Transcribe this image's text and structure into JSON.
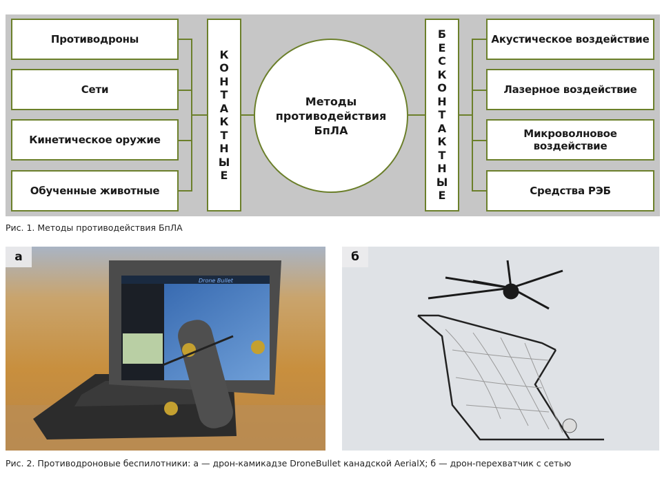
{
  "figure1": {
    "center": [
      "Методы",
      "противодействия",
      "БпЛА"
    ],
    "contact": {
      "label_letters": [
        "К",
        "О",
        "Н",
        "Т",
        "А",
        "К",
        "Т",
        "Н",
        "Ы",
        "Е"
      ],
      "items": [
        "Противодроны",
        "Сети",
        "Кинетическое оружие",
        "Обученные животные"
      ]
    },
    "noncontact": {
      "label_letters": [
        "Б",
        "Е",
        "С",
        "К",
        "О",
        "Н",
        "Т",
        "А",
        "К",
        "Т",
        "Н",
        "Ы",
        "Е"
      ],
      "items": [
        "Акустическое воздействие",
        "Лазерное воздействие",
        "Микроволновое воздействие",
        "Средства РЭБ"
      ]
    },
    "caption": "Рис. 1. Методы противодействия БпЛА",
    "colors": {
      "panel": "#c6c6c6",
      "border": "#6b7f2a"
    }
  },
  "figure2": {
    "photo_a": {
      "tag": "а",
      "screen_title": "Drone Bullet"
    },
    "photo_b": {
      "tag": "б"
    },
    "caption": "Рис. 2. Противодроновые беспилотники: а — дрон-камикадзе DroneBullet канадской AerialX; б — дрон-перехватчик с сетью"
  }
}
